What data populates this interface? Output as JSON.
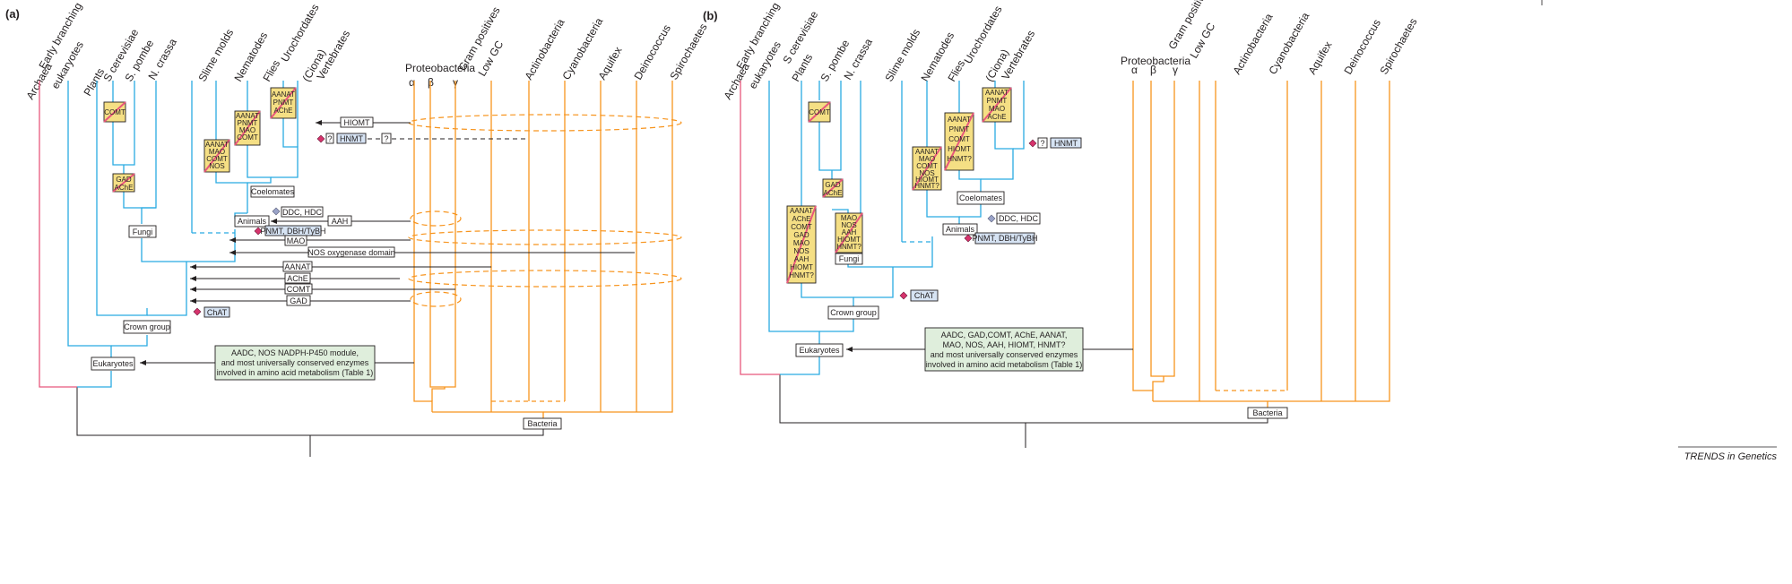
{
  "panel_a": {
    "label": "(a)",
    "taxa": [
      "Archaea",
      "Early branching eukaryotes",
      "Plants",
      "S cerevisiae",
      "S. pombe",
      "N. crassa",
      "Slime molds",
      "Nematodes",
      "Flies",
      "Urochordates (Ciona)",
      "Vertebrates",
      "Proteobacteria",
      "α",
      "β",
      "γ",
      "Gram positives Low GC",
      "Actinobacteria",
      "Cyanobacteria",
      "Aquifex",
      "Deinococcus",
      "Spirochaetes"
    ],
    "lost_boxes": {
      "comt": [
        "COMT"
      ],
      "gad_ache": [
        "GAD",
        "AChE"
      ],
      "nematodes": [
        "AANAT",
        "MAO",
        "COMT",
        "NOS"
      ],
      "flies": [
        "AANAT",
        "PNMT",
        "MAO",
        "COMT"
      ],
      "vertebrates": [
        "AANAT",
        "PNMT",
        "AChE"
      ]
    },
    "nodes": {
      "coelomates": "Coelomates",
      "animals": "Animals",
      "fungi": "Fungi",
      "crown": "Crown group",
      "eukaryotes": "Eukaryotes",
      "bacteria": "Bacteria"
    },
    "transfers": {
      "hiomt": "HIOMT",
      "hnmt": "HNMT",
      "q1": "?",
      "q2": "?",
      "ddc": "DDC, HDC",
      "aah": "AAH",
      "pnmt": "PNMT, DBH/TyBH",
      "mao": "MAO",
      "nos": "NOS oxygenase domain",
      "aanat": "AANAT",
      "ache": "AChE",
      "comt": "COMT",
      "gad": "GAD",
      "chat": "ChAT"
    },
    "eukaryote_note": [
      "AADC, NOS NADPH-P450 module,",
      "and most universally conserved enzymes",
      "involved in amino acid metabolism (Table 1)"
    ]
  },
  "panel_b": {
    "label": "(b)",
    "taxa": [
      "Archaea",
      "Early branching eukaryotes",
      "Plants",
      "S cerevisiae",
      "S. pombe",
      "N. crassa",
      "Slime molds",
      "Nematodes",
      "Flies",
      "Urochordates (Ciona)",
      "Vertebrates",
      "Proteobacteria",
      "α",
      "β",
      "γ",
      "Gram positives Low GC",
      "Actinobacteria",
      "Cyanobacteria",
      "Aquifex",
      "Deinococcus",
      "Spirochaetes"
    ],
    "lost_boxes": {
      "comt": [
        "COMT"
      ],
      "gad_ache": [
        "GAD",
        "AChE"
      ],
      "plants": [
        "AANAT",
        "AChE",
        "COMT",
        "GAD",
        "MAO",
        "NOS",
        "AAH",
        "HIOMT",
        "HNMT?"
      ],
      "ncrassa": [
        "MAO",
        "NOS",
        "AAH",
        "HIOMT",
        "HNMT?"
      ],
      "nematodes": [
        "AANAT",
        "MAO",
        "COMT",
        "NOS",
        "HIOMT",
        "HNMT?"
      ],
      "flies": [
        "AANAT",
        "PNMT",
        "COMT",
        "HIOMT",
        "HNMT?"
      ],
      "vertebrates": [
        "AANAT",
        "PNMT",
        "MAO",
        "AChE"
      ]
    },
    "nodes": {
      "coelomates": "Coelomates",
      "animals": "Animals",
      "fungi": "Fungi",
      "crown": "Crown group",
      "eukaryotes": "Eukaryotes",
      "bacteria": "Bacteria"
    },
    "transfers": {
      "hnmt": "HNMT",
      "q": "?",
      "ddc": "DDC, HDC",
      "pnmt": "PNMT, DBH/TyBH",
      "chat": "ChAT"
    },
    "eukaryote_note": [
      "AADC, GAD,COMT, AChE, AANAT,",
      "MAO, NOS, AAH, HIOMT, HNMT?",
      "and most universally conserved enzymes",
      "involved in amino acid metabolism (Table 1)"
    ]
  },
  "credit": "TRENDS in Genetics",
  "colors": {
    "eukaryote_lines": "#29abe2",
    "bacteria_lines": "#f7941d",
    "archaea_line": "#e8577c",
    "lost_box_fill": "#f5df84",
    "note_fill": "#dfeedc"
  }
}
